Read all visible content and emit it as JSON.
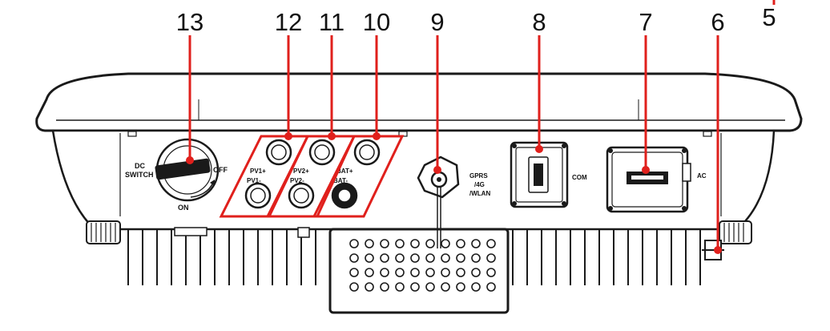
{
  "callouts": [
    {
      "id": "13",
      "label": "13"
    },
    {
      "id": "12",
      "label": "12"
    },
    {
      "id": "11",
      "label": "11"
    },
    {
      "id": "10",
      "label": "10"
    },
    {
      "id": "9",
      "label": "9"
    },
    {
      "id": "8",
      "label": "8"
    },
    {
      "id": "7",
      "label": "7"
    },
    {
      "id": "6",
      "label": "6"
    },
    {
      "id": "5",
      "label": "5"
    }
  ],
  "device_labels": {
    "dc_switch_line1": "DC",
    "dc_switch_line2": "SWITCH",
    "off": "OFF",
    "on": "ON",
    "pv1_plus": "PV1+",
    "pv1_minus": "PV1-",
    "pv2_plus": "PV2+",
    "pv2_minus": "PV2-",
    "bat_plus": "BAT+",
    "bat_minus": "BAT-",
    "antenna_line1": "GPRS",
    "antenna_line2": "/4G",
    "antenna_line3": "/WLAN",
    "com": "COM",
    "ac": "AC"
  },
  "colors": {
    "callout_red": "#e0201c",
    "outline": "#1a1a1a",
    "housing_fill": "#ffffff"
  }
}
